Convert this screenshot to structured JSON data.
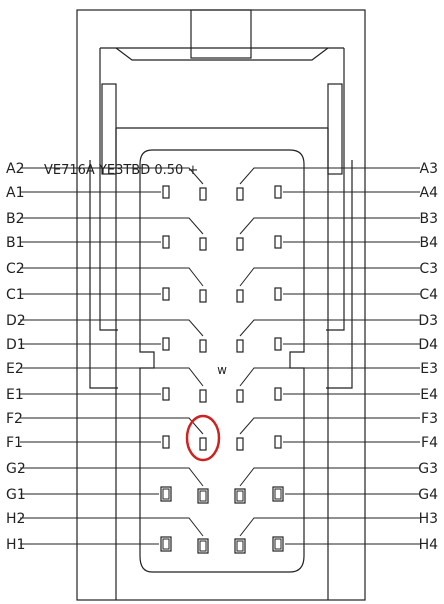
{
  "header_text": "VE716A  YE3TBD  0.50  +",
  "center_mark": "w",
  "highlight_color": "#cc2222",
  "line_color": "#222222",
  "left_labels": [
    "A2",
    "A1",
    "B2",
    "B1",
    "C2",
    "C1",
    "D2",
    "D1",
    "E2",
    "E1",
    "F2",
    "F1",
    "G2",
    "G1",
    "H2",
    "H1"
  ],
  "right_labels": [
    "A3",
    "A4",
    "B3",
    "B4",
    "C3",
    "C4",
    "D3",
    "D4",
    "E3",
    "E4",
    "F3",
    "F4",
    "G3",
    "G4",
    "H3",
    "H4"
  ],
  "highlighted_pin": "F1 inner"
}
